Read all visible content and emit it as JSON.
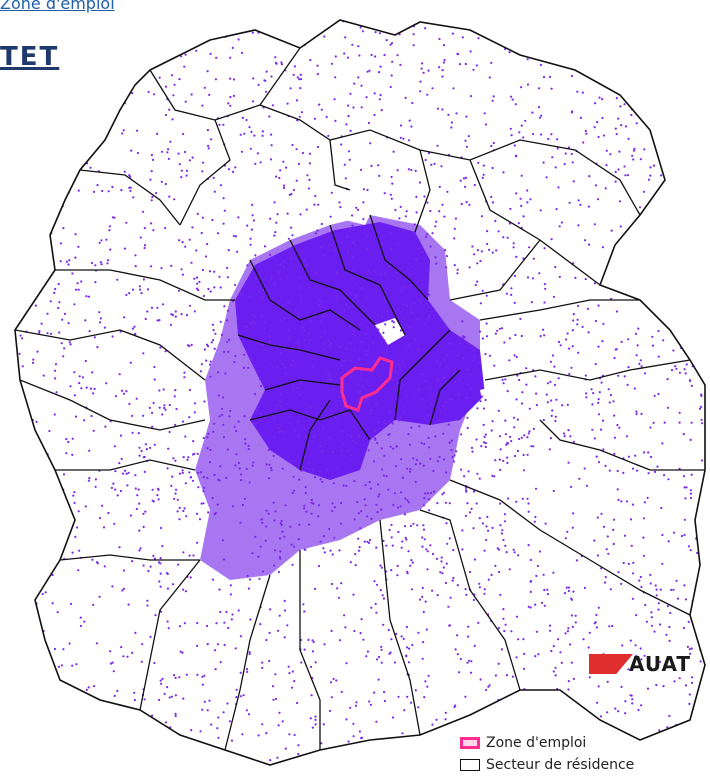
{
  "header": {
    "link_text": "Zone d'emploi",
    "title": "TET"
  },
  "logo": {
    "text": "AUAT"
  },
  "legend": {
    "items": [
      {
        "label": "Zone d'emploi",
        "color": "#ff2d8f"
      },
      {
        "label": "Secteur de résidence",
        "color": "#111111"
      }
    ]
  },
  "colors": {
    "dot": "#7a28e8",
    "dense_fill": "#6a1ff0",
    "medium_fill": "#9a5ef0",
    "zone_outline": "#ff2d8f",
    "logo_red": "#e02d2d"
  }
}
